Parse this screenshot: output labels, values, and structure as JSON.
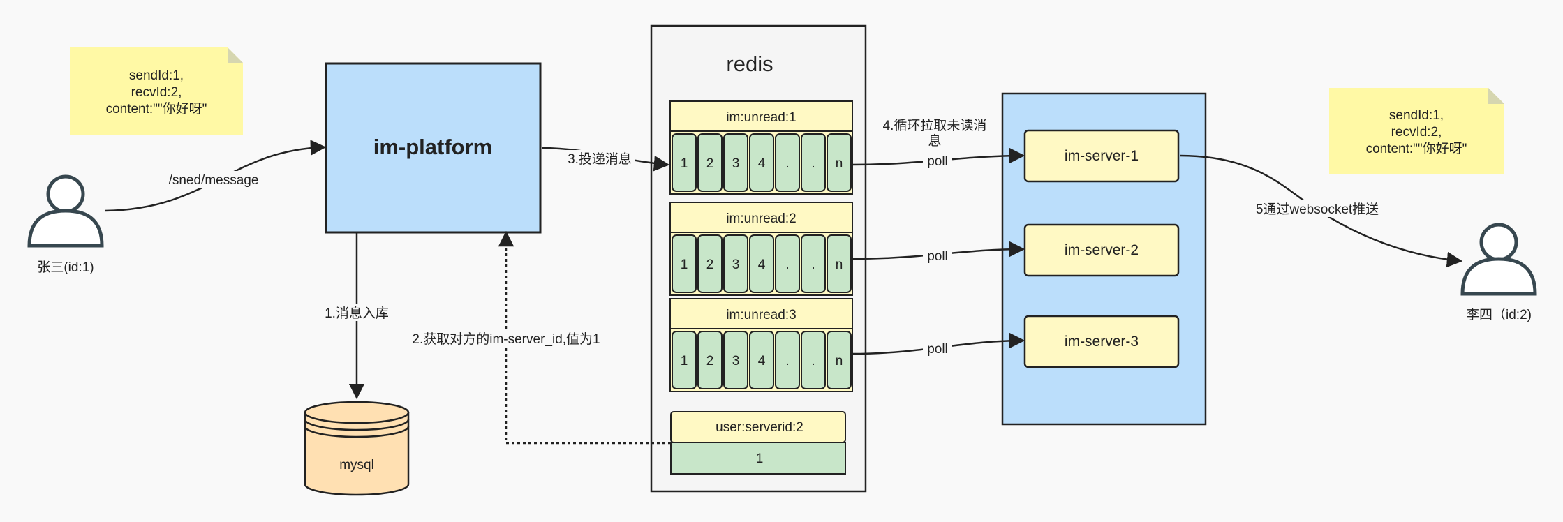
{
  "note_left": {
    "lines": [
      "sendId:1,",
      "recvId:2,",
      "content:\"\"你好呀\""
    ]
  },
  "note_right": {
    "lines": [
      "sendId:1,",
      "recvId:2,",
      "content:\"\"你好呀\""
    ]
  },
  "user_left": {
    "label": "张三(id:1)"
  },
  "user_right": {
    "label": "李四（id:2)"
  },
  "platform": {
    "label": "im-platform"
  },
  "db": {
    "label": "mysql"
  },
  "redis": {
    "title": "redis",
    "queues": [
      {
        "title": "im:unread:1",
        "cells": [
          "1",
          "2",
          "3",
          "4",
          ".",
          ".",
          "n"
        ]
      },
      {
        "title": "im:unread:2",
        "cells": [
          "1",
          "2",
          "3",
          "4",
          ".",
          ".",
          "n"
        ]
      },
      {
        "title": "im:unread:3",
        "cells": [
          "1",
          "2",
          "3",
          "4",
          ".",
          ".",
          "n"
        ]
      }
    ],
    "server_map": {
      "title": "user:serverid:2",
      "value": "1"
    }
  },
  "servers": [
    "im-server-1",
    "im-server-2",
    "im-server-3"
  ],
  "edges": {
    "send_message": "/sned/message",
    "store": "1.消息入库",
    "get_server": "2.获取对方的im-server_id,值为1",
    "deliver": "3.投递消息",
    "pull_line1": "4.循环拉取未读消",
    "pull_line2": "息",
    "poll1": "poll",
    "poll2": "poll",
    "poll3": "poll",
    "push": "5通过websocket推送"
  },
  "colors": {
    "note": "#fff9a5",
    "blue": "#bbdefb",
    "yellow": "#fff9c4",
    "green": "#c8e6c9",
    "db": "#ffe0b2",
    "stroke": "#222222"
  }
}
